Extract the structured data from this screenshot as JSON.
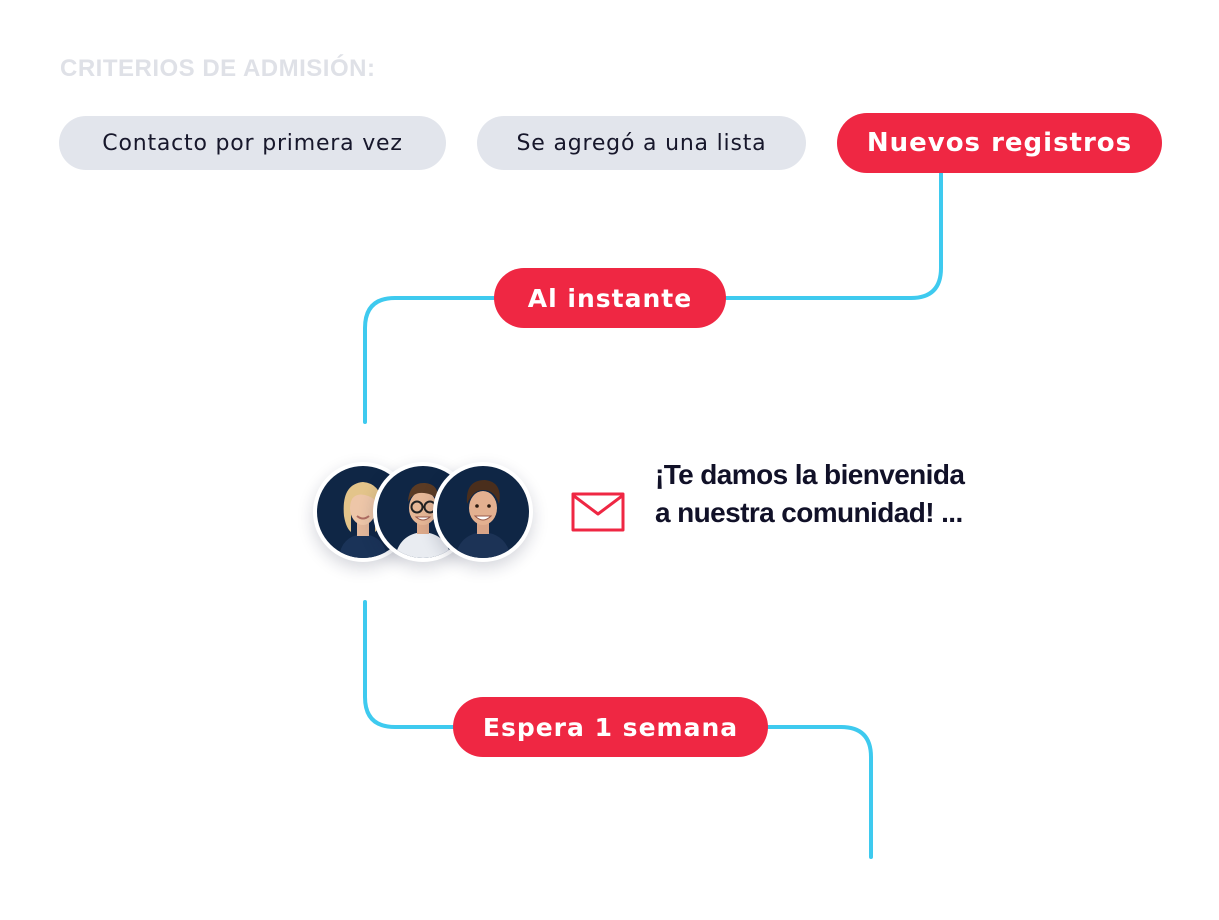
{
  "heading": "CRITERIOS DE ADMISIÓN:",
  "criteria": [
    "Contacto por primera vez",
    "Se agregó a una lista",
    "Nuevos registros"
  ],
  "steps": {
    "instant": "Al instante",
    "wait": "Espera 1 semana"
  },
  "email": {
    "icon": "mail-icon",
    "message": "¡Te damos la bienvenida a nuestra comunidad! ..."
  },
  "colors": {
    "accent": "#ef2743",
    "connector": "#3ecaef",
    "chip": "#e2e5ec",
    "heading": "#dfe1e7"
  }
}
